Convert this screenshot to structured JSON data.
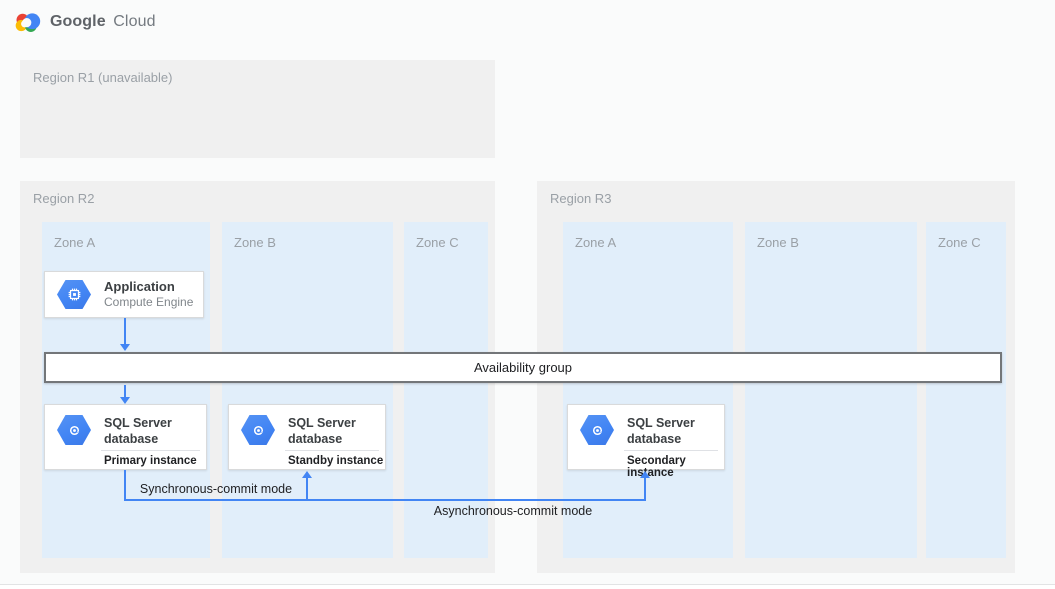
{
  "header": {
    "brand_google": "Google",
    "brand_cloud": "Cloud"
  },
  "regions": {
    "r1": {
      "label": "Region R1 (unavailable)"
    },
    "r2": {
      "label": "Region R2",
      "zones": [
        "Zone A",
        "Zone B",
        "Zone C"
      ]
    },
    "r3": {
      "label": "Region R3",
      "zones": [
        "Zone A",
        "Zone B",
        "Zone C"
      ]
    }
  },
  "nodes": {
    "application": {
      "title": "Application",
      "subtitle": "Compute Engine",
      "icon": "compute-engine-hexagon-icon"
    },
    "availability_group": {
      "label": "Availability group"
    },
    "sql_primary": {
      "title": "SQL Server database",
      "instance": "Primary instance",
      "icon": "sql-server-hexagon-icon"
    },
    "sql_standby": {
      "title": "SQL Server database",
      "instance": "Standby instance",
      "icon": "sql-server-hexagon-icon"
    },
    "sql_secondary": {
      "title": "SQL Server database",
      "instance": "Secondary instance",
      "icon": "sql-server-hexagon-icon"
    }
  },
  "connectors": {
    "sync_label": "Synchronous-commit mode",
    "async_label": "Asynchronous-commit mode"
  },
  "colors": {
    "connector_blue": "#4285f4",
    "region_fill": "#f0f0f0",
    "zone_fill": "#e1eefa",
    "availability_border": "#737679",
    "logo_red": "#ea4335",
    "logo_yellow": "#fbbc05",
    "logo_green": "#34a853",
    "logo_blue": "#4285f4"
  }
}
